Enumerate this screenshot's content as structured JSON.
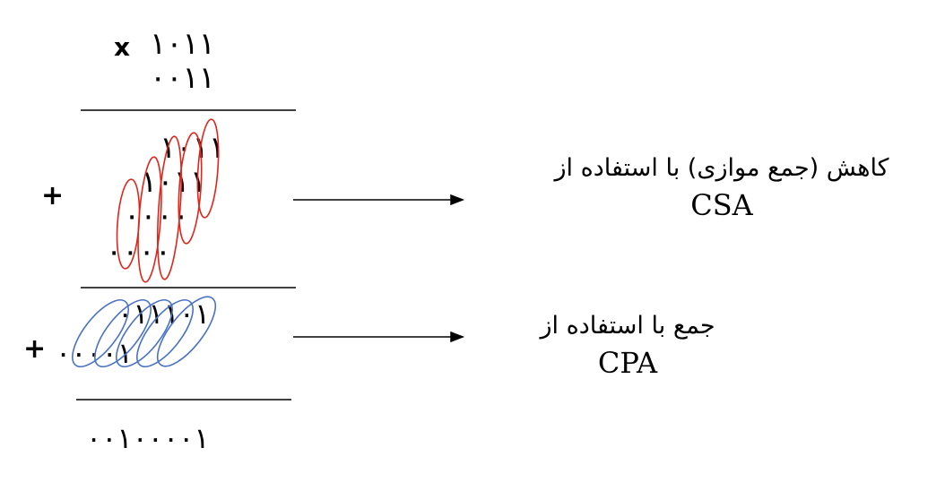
{
  "multiplication": {
    "multiply_sign": "x",
    "multiplicand": "۱۰۱۱",
    "multiplier": "۰۰۱۱",
    "partial_products": [
      "۱۰۱۱",
      "۱۰۱۱",
      "۰۰۰۰",
      "۰۰۰۰"
    ],
    "plus_sign": "+",
    "reduced_sum_row": "۰۱۱۱۰۱",
    "reduced_carry_row": "۰۰۰۰۱",
    "result": "۰۰۱۰۰۰۰۱"
  },
  "annotations": {
    "csa_line1": "کاهش (جمع موازی) با استفاده از",
    "csa_line2": "CSA",
    "cpa_line1": "جمع با استفاده از",
    "cpa_line2": "CPA"
  },
  "colors": {
    "csa_ellipse": "#e0251b",
    "cpa_ellipse": "#4a72c4",
    "ink": "#000000"
  }
}
